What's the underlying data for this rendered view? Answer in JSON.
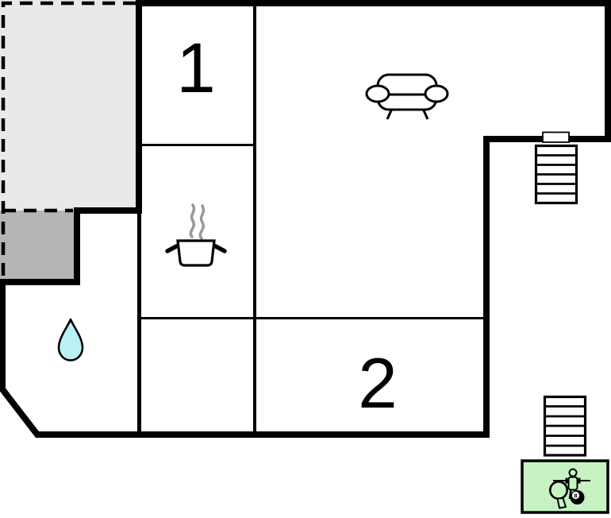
{
  "plan": {
    "rooms": {
      "room1": {
        "label": "1"
      },
      "room2": {
        "label": "2"
      }
    },
    "game_icon": {
      "ball_label": "8"
    },
    "icons": {
      "sofa": "sofa-icon",
      "stove": "cooking-pot-icon",
      "water": "water-drop-icon",
      "stairs_upper": "stairs-icon",
      "stairs_lower": "stairs-icon",
      "door": "entrance-door",
      "game": "game-room-icon"
    },
    "colors": {
      "wall": "#000000",
      "terrace_fill": "#e9e9e9",
      "storage_fill": "#b5b5b5",
      "water_drop_fill": "#b9f1f6",
      "game_area_fill": "#c7f3c4",
      "steam": "#999999"
    }
  }
}
